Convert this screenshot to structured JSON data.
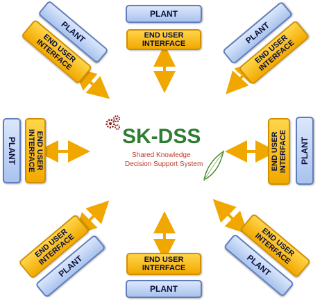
{
  "center": {
    "title": "SK-DSS",
    "subtitle_line1": "Shared Knowledge",
    "subtitle_line2": "Decision Support System"
  },
  "modules": [
    {
      "position": "top",
      "plant": "PLANT",
      "eui_line1": "END USER",
      "eui_line2": "INTERFACE"
    },
    {
      "position": "top-right",
      "plant": "PLANT",
      "eui_line1": "END USER",
      "eui_line2": "INTERFACE"
    },
    {
      "position": "right",
      "plant": "PLANT",
      "eui_line1": "END USER",
      "eui_line2": "INTERFACE"
    },
    {
      "position": "bottom-right",
      "plant": "PLANT",
      "eui_line1": "END USER",
      "eui_line2": "INTERFACE"
    },
    {
      "position": "bottom",
      "plant": "PLANT",
      "eui_line1": "END USER",
      "eui_line2": "INTERFACE"
    },
    {
      "position": "bottom-left",
      "plant": "PLANT",
      "eui_line1": "END USER",
      "eui_line2": "INTERFACE"
    },
    {
      "position": "left",
      "plant": "PLANT",
      "eui_line1": "END USER",
      "eui_line2": "INTERFACE"
    },
    {
      "position": "top-left",
      "plant": "PLANT",
      "eui_line1": "END USER",
      "eui_line2": "INTERFACE"
    }
  ],
  "colors": {
    "plant_fill": "#a9c3ee",
    "plant_border": "#5f7dbd",
    "interface_fill": "#f2a900",
    "arrow": "#f0a800",
    "title": "#2e7d32",
    "subtitle": "#c0392b"
  }
}
